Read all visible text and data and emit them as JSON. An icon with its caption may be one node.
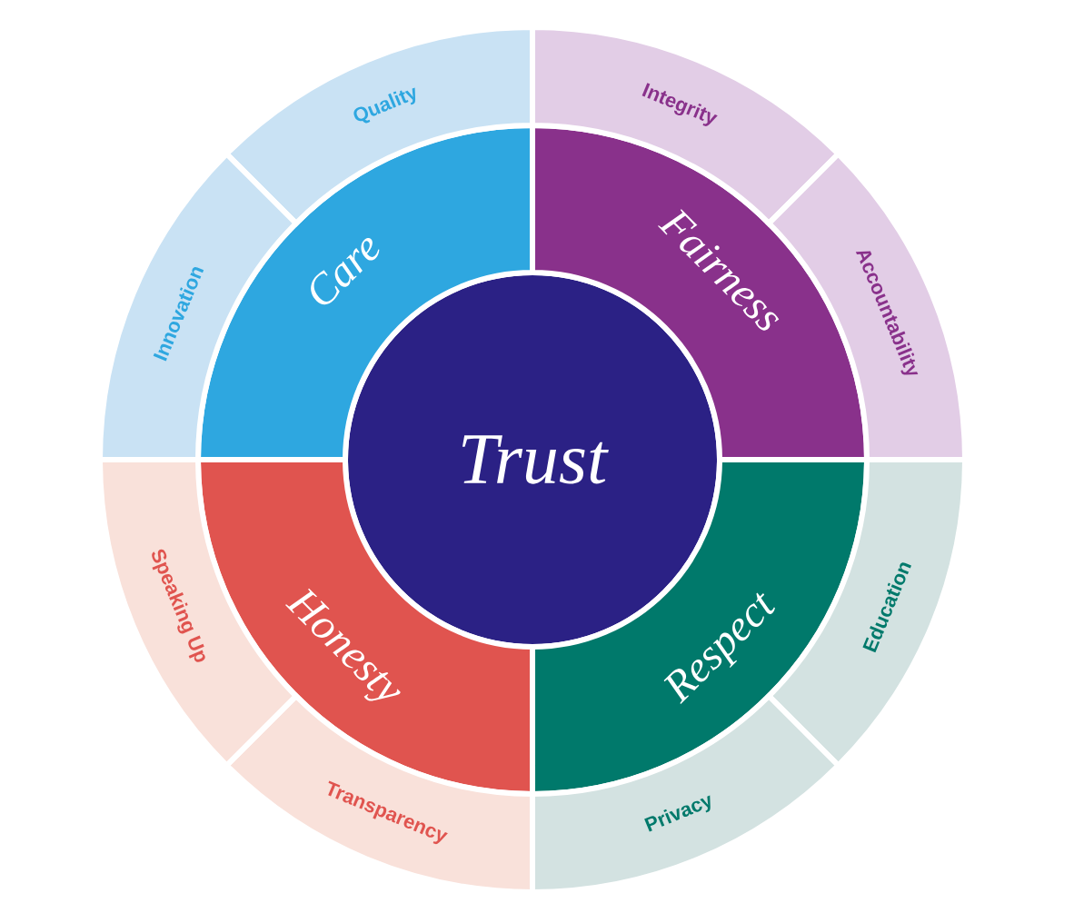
{
  "diagram": {
    "nodes": [
      {
        "text": [
          "Trust"
        ]
      },
      {
        "text": [
          "Care"
        ]
      },
      {
        "text": [
          "Fairness"
        ]
      },
      {
        "text": [
          "Respect"
        ]
      },
      {
        "text": [
          "Honesty"
        ]
      },
      {
        "text": [
          "Quality"
        ]
      },
      {
        "text": [
          "Innovation"
        ]
      },
      {
        "text": [
          "Integrity"
        ]
      },
      {
        "text": [
          "Accountability"
        ]
      },
      {
        "text": [
          "Education"
        ]
      },
      {
        "text": [
          "Privacy"
        ]
      },
      {
        "text": [
          "Transparency"
        ]
      },
      {
        "text": [
          "Speaking Up"
        ]
      }
    ]
  }
}
